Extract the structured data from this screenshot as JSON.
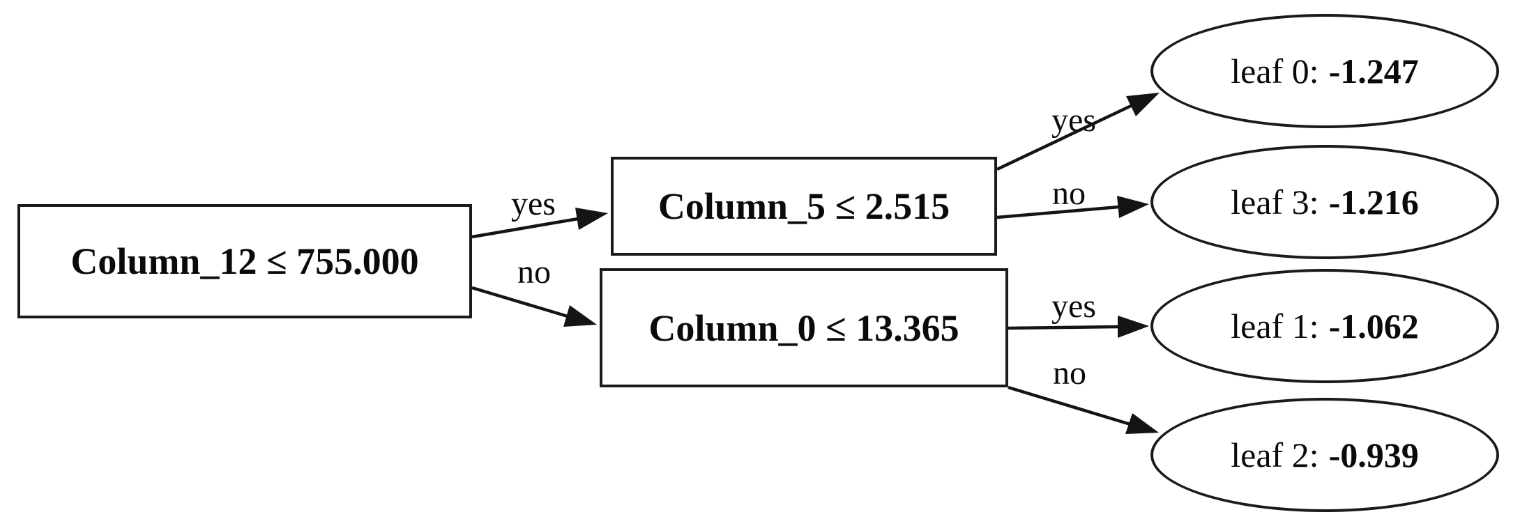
{
  "diagram": {
    "type": "decision-tree",
    "orientation": "left-to-right",
    "background_color": "#ffffff",
    "stroke_color": "#141414",
    "split_nodes": [
      {
        "label": "Column_12 ≤ 755.000",
        "feature": "Column_12",
        "operator": "≤",
        "threshold": "755.000"
      },
      {
        "label": "Column_5 ≤ 2.515",
        "feature": "Column_5",
        "operator": "≤",
        "threshold": "2.515"
      },
      {
        "label": "Column_0 ≤ 13.365",
        "feature": "Column_0",
        "operator": "≤",
        "threshold": "13.365"
      }
    ],
    "leaf_nodes": [
      {
        "prefix": "leaf 0:",
        "value": "-1.247"
      },
      {
        "prefix": "leaf 3:",
        "value": "-1.216"
      },
      {
        "prefix": "leaf 1:",
        "value": "-1.062"
      },
      {
        "prefix": "leaf 2:",
        "value": "-0.939"
      }
    ],
    "edges": [
      {
        "from": "Column_12",
        "to": "Column_5",
        "label": "yes"
      },
      {
        "from": "Column_12",
        "to": "Column_0",
        "label": "no"
      },
      {
        "from": "Column_5",
        "to": "leaf 0",
        "label": "yes"
      },
      {
        "from": "Column_5",
        "to": "leaf 3",
        "label": "no"
      },
      {
        "from": "Column_0",
        "to": "leaf 1",
        "label": "yes"
      },
      {
        "from": "Column_0",
        "to": "leaf 2",
        "label": "no"
      }
    ]
  }
}
